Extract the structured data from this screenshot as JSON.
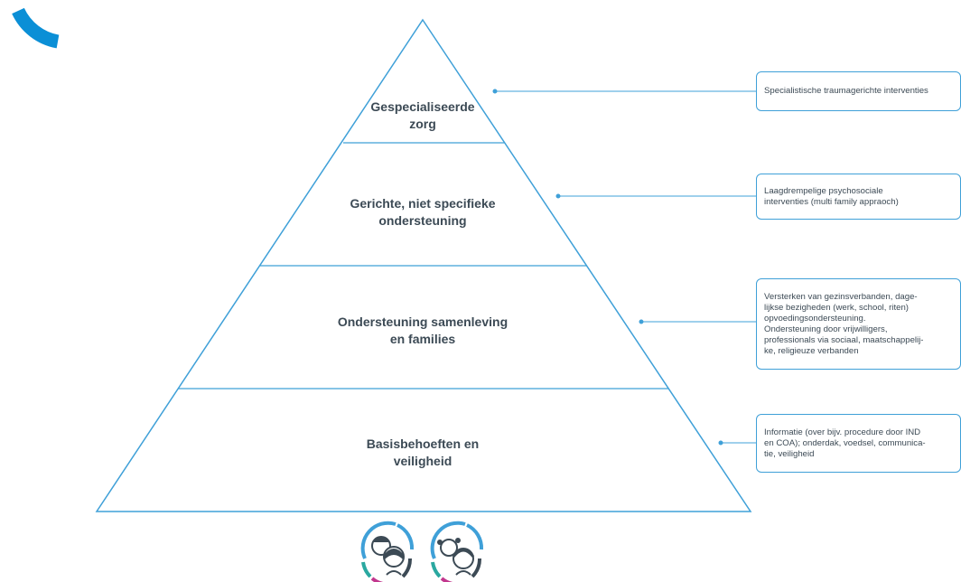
{
  "colors": {
    "accent": "#3fa0d8",
    "corner_arc": "#0b8fd6",
    "text": "#3c4a55"
  },
  "pyramid": {
    "tiers": [
      {
        "label": "Gespecialiseerde\nzorg",
        "description": "Specialistische traumagerichte interventies"
      },
      {
        "label": "Gerichte, niet specifieke\nondersteuning",
        "description": "Laagdrempelige psychosociale\ninterventies (multi family appraoch)"
      },
      {
        "label": "Ondersteuning samenleving\nen families",
        "description": "Versterken van gezinsverbanden, dage-\nlijkse bezigheden (werk, school, riten)\nopvoedingsondersteuning.\nOndersteuning door vrijwilligers,\nprofessionals via sociaal, maatschappelij-\nke, religieuze verbanden"
      },
      {
        "label": "Basisbehoeften en\nveiligheid",
        "description": "Informatie (over bijv. procedure door IND\nen COA); onderdak, voedsel, communica-\ntie, veiligheid"
      }
    ]
  },
  "icons": [
    "boy-girl-icon",
    "girls-icon"
  ]
}
